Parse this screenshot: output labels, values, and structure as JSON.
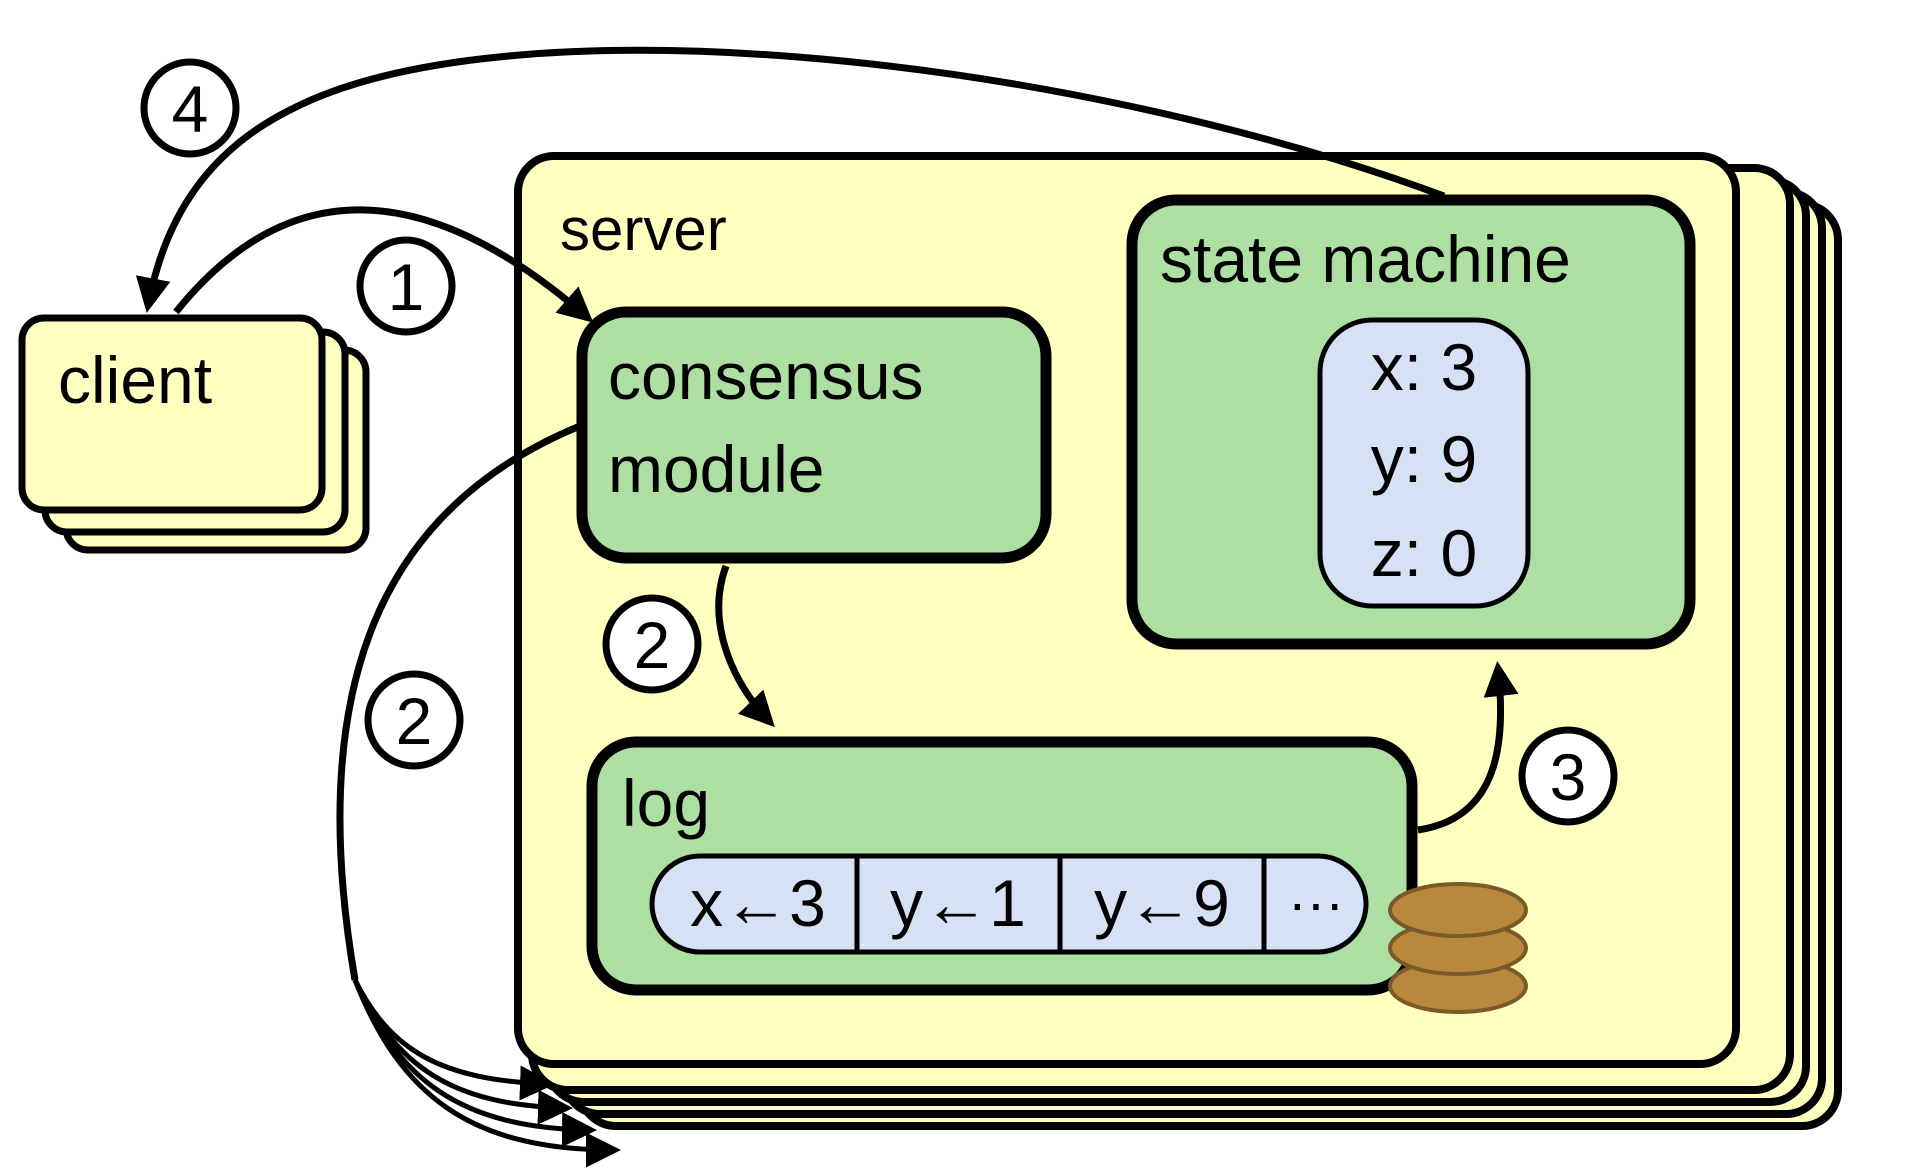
{
  "colors": {
    "server_fill": "#ffffc0",
    "module_fill": "#addfa2",
    "entry_fill": "#d6e1f5",
    "storage_fill": "#b8893d",
    "storage_stroke": "#7a5a28",
    "stroke": "#000000"
  },
  "client": {
    "label": "client"
  },
  "server": {
    "label": "server"
  },
  "consensus": {
    "line1": "consensus",
    "line2": "module"
  },
  "state_machine": {
    "label": "state machine",
    "vars": [
      "x: 3",
      "y: 9",
      "z: 0"
    ]
  },
  "log": {
    "label": "log",
    "entries": [
      "x←3",
      "y←1",
      "y←9",
      "···"
    ]
  },
  "steps": {
    "one": "1",
    "two_a": "2",
    "two_b": "2",
    "three": "3",
    "four": "4"
  },
  "icons": {
    "storage": "disk-stack-icon"
  }
}
